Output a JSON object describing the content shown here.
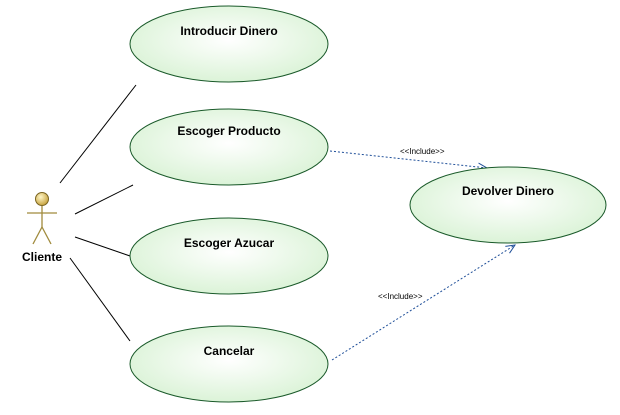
{
  "actor": {
    "label": "Cliente"
  },
  "use_cases": {
    "introducir_dinero": "Introducir Dinero",
    "escoger_producto": "Escoger Producto",
    "escoger_azucar": "Escoger Azucar",
    "cancelar": "Cancelar",
    "devolver_dinero": "Devolver Dinero"
  },
  "relations": {
    "include_1": "<<Include>>",
    "include_2": "<<Include>>"
  },
  "colors": {
    "ellipse_fill_center": "#ffffff",
    "ellipse_fill_edge": "#d8f2d4",
    "ellipse_stroke": "#1a5a2a",
    "association_line": "#000000",
    "include_line": "#1f4f99",
    "actor_body": "#a08a3c"
  }
}
